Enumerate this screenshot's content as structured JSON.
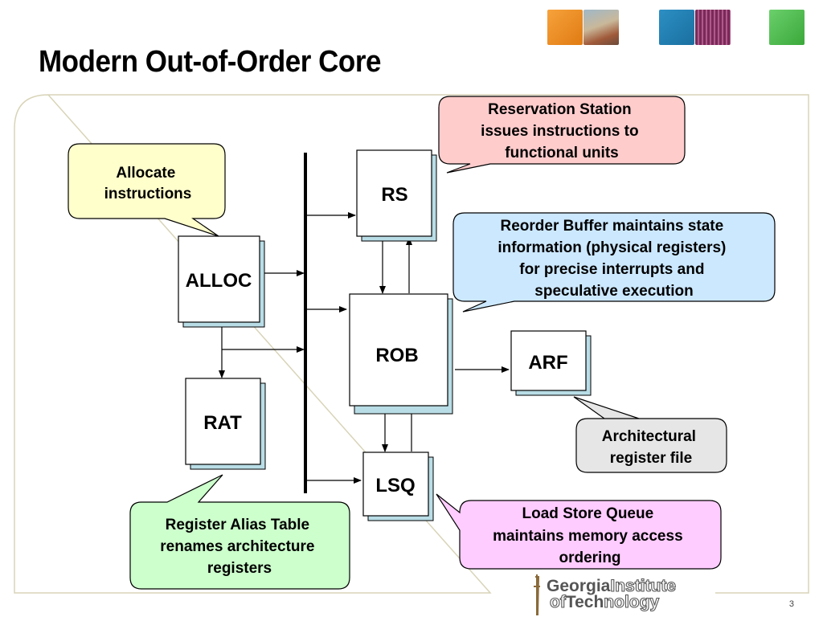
{
  "slide": {
    "title": "Modern Out-of-Order Core",
    "page_number": "3"
  },
  "blocks": {
    "rs": "RS",
    "rob": "ROB",
    "arf": "ARF",
    "alloc": "ALLOC",
    "rat": "RAT",
    "lsq": "LSQ"
  },
  "callouts": {
    "alloc": [
      "Allocate",
      "instructions"
    ],
    "rs": [
      "Reservation Station",
      "issues instructions to",
      "functional units"
    ],
    "rob": [
      "Reorder Buffer maintains state",
      "information (physical registers)",
      "for precise interrupts and",
      "speculative execution"
    ],
    "arf": [
      "Architectural",
      "register file"
    ],
    "rat": [
      "Register Alias Table",
      "renames architecture",
      "registers"
    ],
    "lsq": [
      "Load Store Queue",
      "maintains memory access",
      "ordering"
    ]
  },
  "logo": {
    "line1_bold": "Georgia",
    "line1_outline": "Institute",
    "line2_outline_a": "of",
    "line2_bold": "Tech",
    "line2_outline_b": "nology"
  },
  "colors": {
    "callout_yellow": "#ffffcc",
    "callout_pink": "#ffcccc",
    "callout_blue": "#cce8ff",
    "callout_gray": "#e6e6e6",
    "callout_green": "#ccffcc",
    "callout_magenta": "#ffccff",
    "block_shadow": "#b9dde6"
  }
}
